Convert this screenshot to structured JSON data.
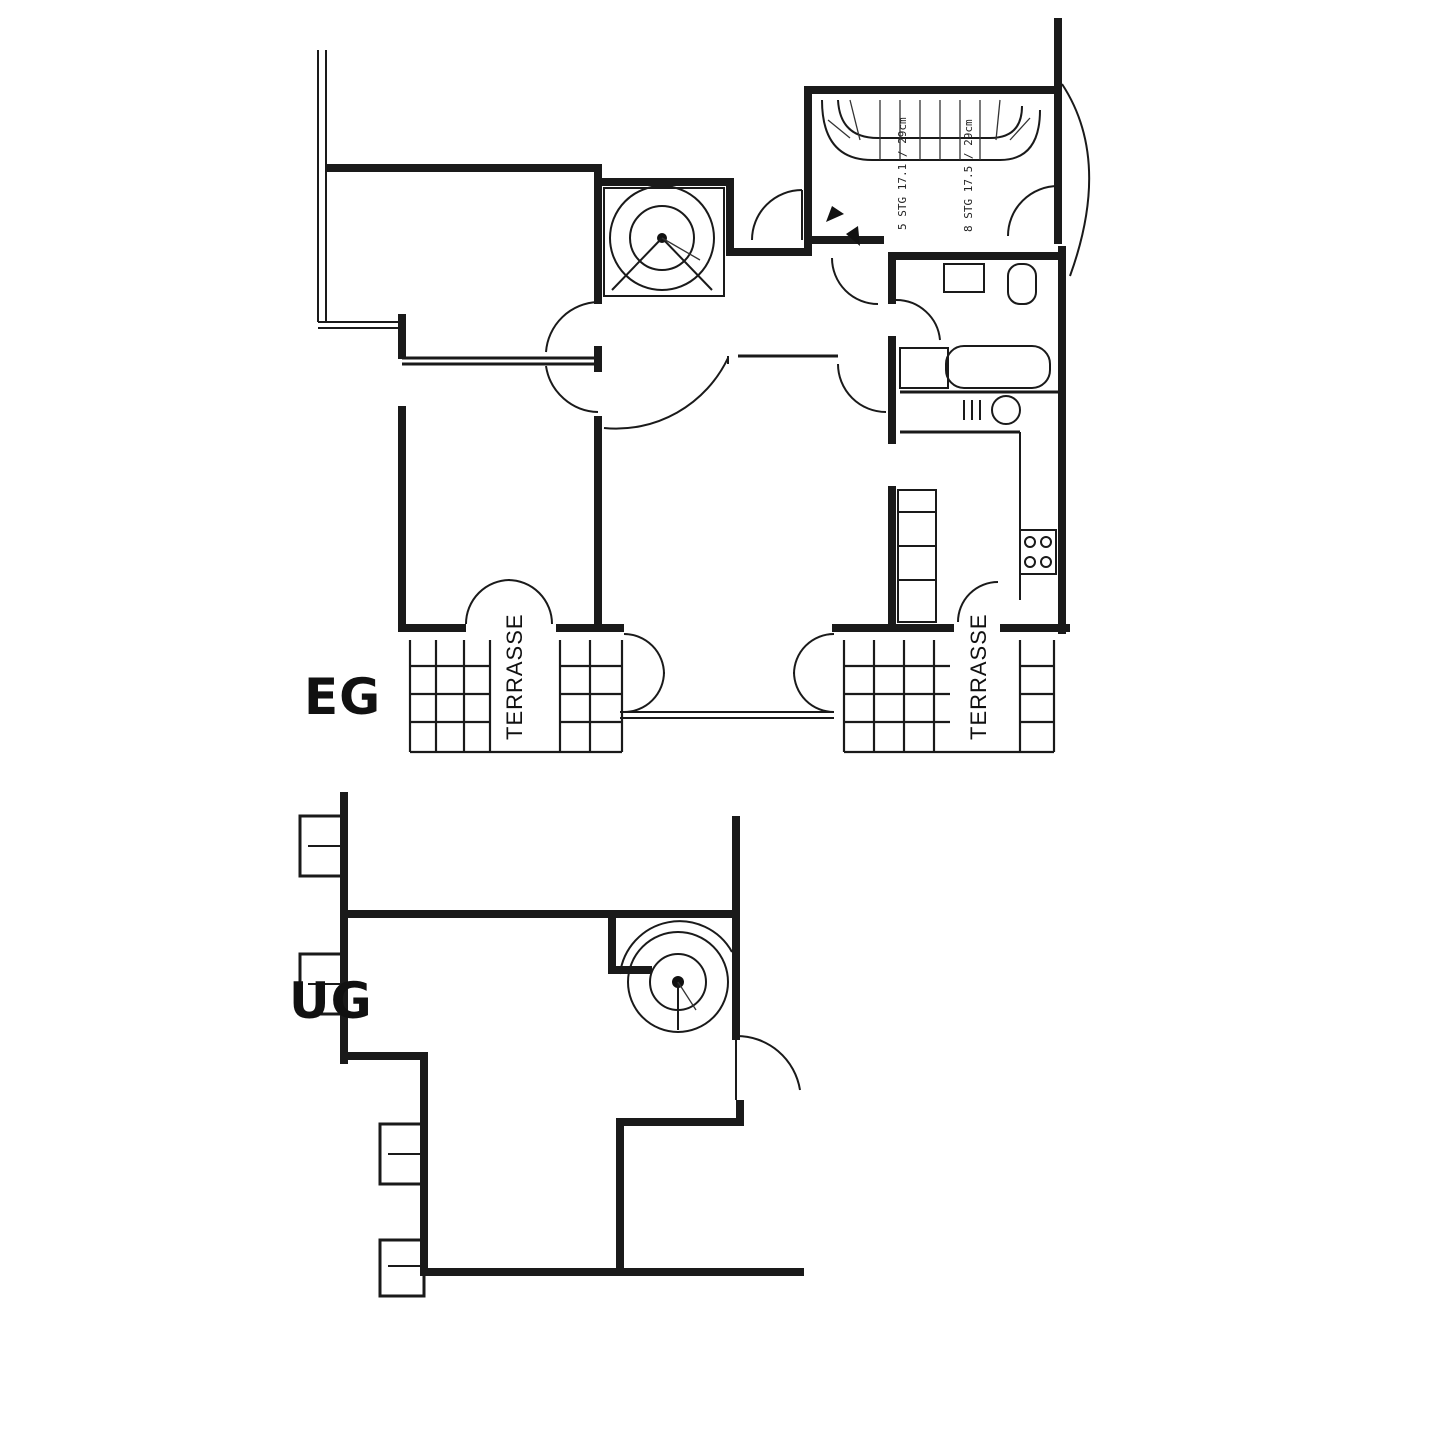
{
  "levels": {
    "ground": "EG",
    "basement": "UG"
  },
  "rooms": {
    "terrace_left": "TERRASSE",
    "terrace_right": "TERRASSE"
  },
  "stairs": {
    "up_label": "5 STG 17.1 / 29cm",
    "down_label": "8 STG 17.5 / 29cm"
  }
}
